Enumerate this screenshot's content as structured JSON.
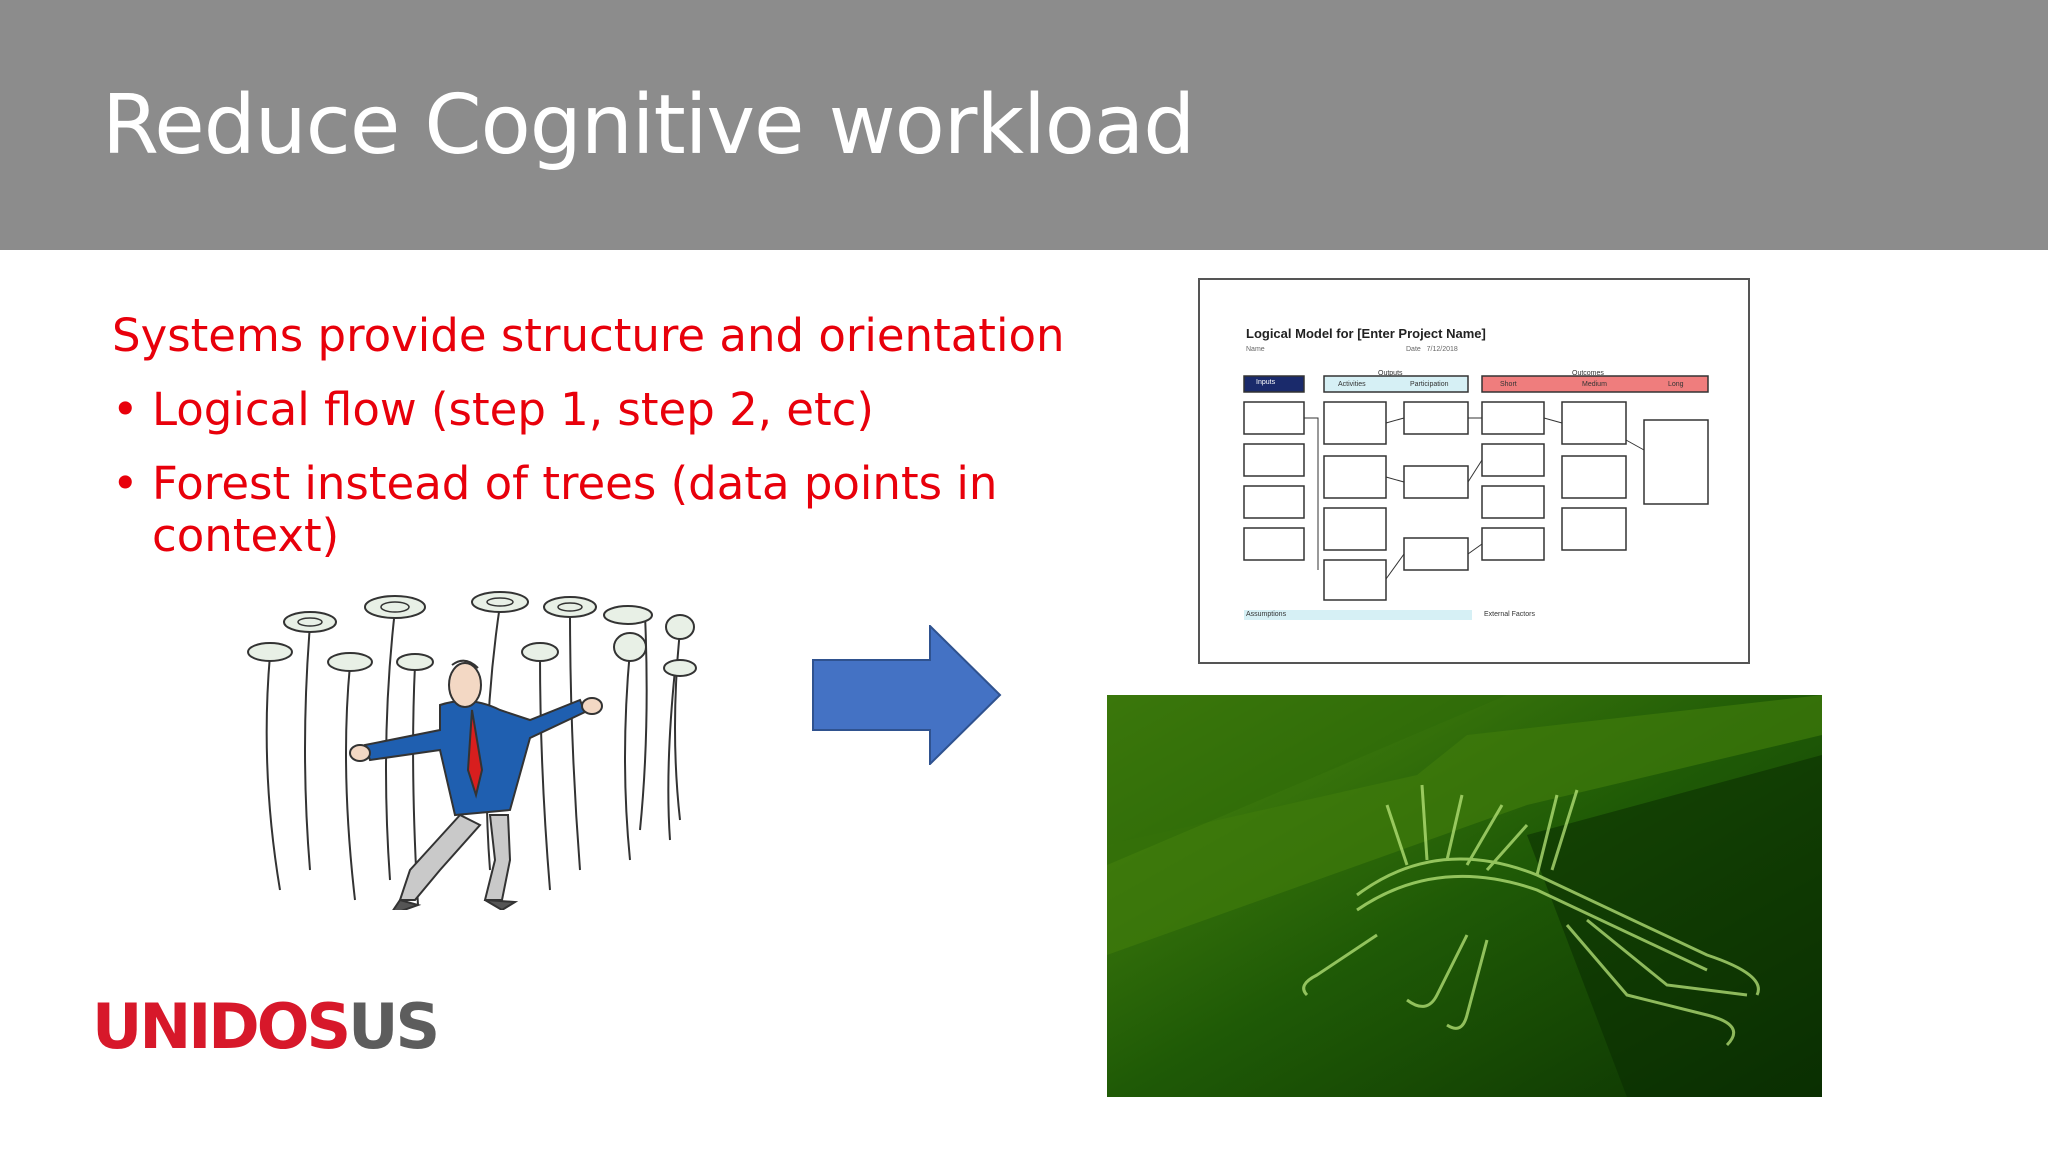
{
  "slide": {
    "title": "Reduce Cognitive workload",
    "lead": "Systems provide structure and orientation",
    "bullets": [
      "Logical flow (step 1, step 2, etc)",
      "Forest instead of trees (data points in context)"
    ],
    "bullet_glyph": "•"
  },
  "logic_model": {
    "title": "Logical Model for [Enter Project Name]",
    "name_label": "Name",
    "date_label": "Date",
    "date_value": "7/12/2018",
    "inputs": "Inputs",
    "outputs": "Outputs",
    "activities": "Activities",
    "participation": "Participation",
    "outcomes": "Outcomes",
    "short": "Short",
    "medium": "Medium",
    "long": "Long",
    "assumptions": "Assumptions",
    "external_factors": "External Factors"
  },
  "logo": {
    "part1": "UNID",
    "part2": "OS",
    "part3": "US"
  },
  "colors": {
    "title_bar": "#8c8c8c",
    "text_red": "#e8000b",
    "arrow_blue": "#4472c4",
    "logo_red": "#d7182a",
    "logo_gray": "#5d5d5d"
  }
}
